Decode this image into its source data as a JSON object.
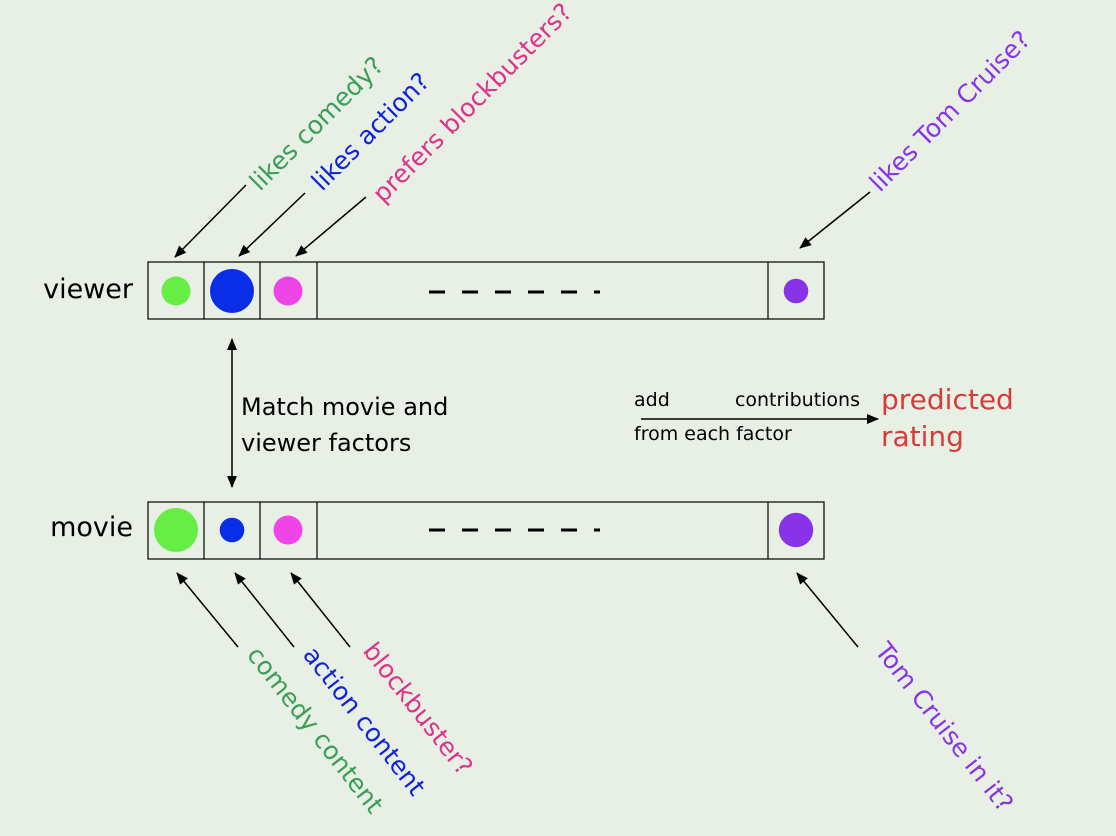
{
  "rows": {
    "viewer": {
      "label": "viewer",
      "ellipsis": "- - - - - -",
      "factors": [
        {
          "name": "comedy",
          "color": "#66ee44",
          "strength": 0.6
        },
        {
          "name": "action",
          "color": "#0a2ee8",
          "strength": 1.0
        },
        {
          "name": "blockbuster",
          "color": "#ee44e8",
          "strength": 0.6
        },
        {
          "name": "tom-cruise",
          "color": "#8833e8",
          "strength": 0.45
        }
      ],
      "annotations": [
        {
          "text": "likes comedy?",
          "color": "#3a9e55"
        },
        {
          "text": "likes action?",
          "color": "#1022dd"
        },
        {
          "text": "prefers blockbusters?",
          "color": "#dd3388"
        },
        {
          "text": "likes Tom Cruise?",
          "color": "#8833e8"
        }
      ]
    },
    "movie": {
      "label": "movie",
      "ellipsis": "- - - - - -",
      "factors": [
        {
          "name": "comedy",
          "color": "#66ee44",
          "strength": 1.0
        },
        {
          "name": "action",
          "color": "#0a2ee8",
          "strength": 0.45
        },
        {
          "name": "blockbuster",
          "color": "#ee44e8",
          "strength": 0.6
        },
        {
          "name": "tom-cruise",
          "color": "#8833e8",
          "strength": 0.8
        }
      ],
      "annotations": [
        {
          "text": "comedy content",
          "color": "#3a9e55"
        },
        {
          "text": "action content",
          "color": "#1022dd"
        },
        {
          "text": "blockbuster?",
          "color": "#dd3388"
        },
        {
          "text": "Tom Cruise in it?",
          "color": "#8833e8"
        }
      ]
    }
  },
  "match_label": {
    "line1": "Match movie and",
    "line2": "viewer factors"
  },
  "sum_label": {
    "word1": "add",
    "word2": "contributions",
    "line2": "from each factor"
  },
  "outcome": {
    "line1": "predicted",
    "line2": "rating",
    "color": "#d93a3a"
  }
}
